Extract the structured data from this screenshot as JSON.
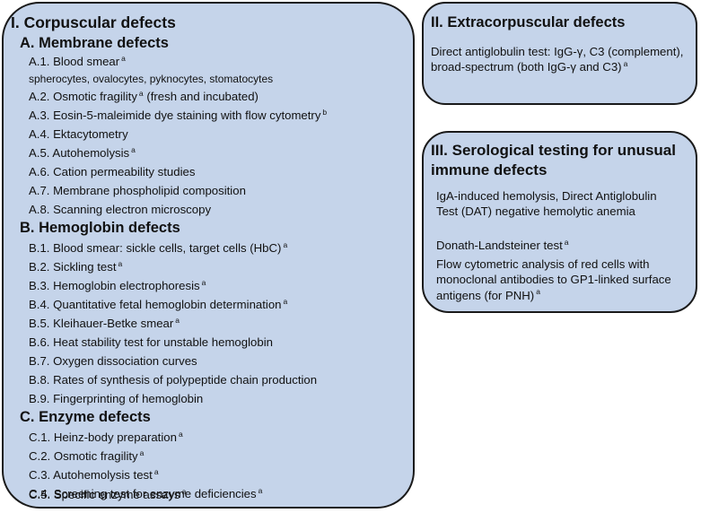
{
  "corpuscular": {
    "title": "I. Corpuscular defects",
    "membrane": {
      "title": "A. Membrane defects",
      "items": [
        {
          "text": "A.1. Blood smear",
          "sup": "a"
        },
        {
          "text": "spherocytes, ovalocytes, pyknocytes, stomatocytes",
          "sup": ""
        },
        {
          "text": "A.2. Osmotic fragility",
          "sup": "a",
          "tail": " (fresh and incubated)"
        },
        {
          "text": "A.3. Eosin-5-maleimide dye staining with flow cytometry",
          "sup": "b"
        },
        {
          "text": "A.4. Ektacytometry",
          "sup": ""
        },
        {
          "text": "A.5. Autohemolysis",
          "sup": "a"
        },
        {
          "text": "A.6. Cation permeability studies",
          "sup": ""
        },
        {
          "text": "A.7. Membrane phospholipid composition",
          "sup": ""
        },
        {
          "text": "A.8. Scanning electron microscopy",
          "sup": ""
        }
      ]
    },
    "hemoglobin": {
      "title": "B. Hemoglobin defects",
      "items": [
        {
          "text": "B.1. Blood smear: sickle cells, target cells (HbC)",
          "sup": "a"
        },
        {
          "text": "B.2. Sickling test",
          "sup": "a"
        },
        {
          "text": "B.3. Hemoglobin electrophoresis",
          "sup": "a"
        },
        {
          "text": "B.4. Quantitative fetal hemoglobin determination",
          "sup": "a"
        },
        {
          "text": "B.5. Kleihauer-Betke smear",
          "sup": "a"
        },
        {
          "text": "B.6. Heat stability test for unstable hemoglobin",
          "sup": ""
        },
        {
          "text": "B.7. Oxygen dissociation curves",
          "sup": ""
        },
        {
          "text": "B.8. Rates of synthesis of polypeptide chain production",
          "sup": ""
        },
        {
          "text": "B.9. Fingerprinting of hemoglobin",
          "sup": ""
        }
      ]
    },
    "enzyme": {
      "title": "C. Enzyme defects",
      "items": [
        {
          "text": "C.1. Heinz-body preparation",
          "sup": "a"
        },
        {
          "text": "C.2. Osmotic fragility",
          "sup": "a"
        },
        {
          "text": "C.3. Autohemolysis test",
          "sup": "a"
        },
        {
          "text": "C.4. Screening test for enzyme deficiencies",
          "sup": "a"
        },
        {
          "text": "C.5. Specific enzyme assays",
          "sup": "a"
        }
      ]
    }
  },
  "extracorpuscular": {
    "title": "II. Extracorpuscular defects",
    "text": "Direct antiglobulin test: IgG-γ, C3 (complement), broad-spectrum (both IgG-γ and C3)",
    "sup": "a"
  },
  "serological": {
    "title_line1": "III. Serological testing for unusual",
    "title_line2": "immune defects",
    "items": [
      {
        "text": "IgA-induced hemolysis, Direct Antiglobulin Test (DAT) negative hemolytic anemia",
        "sup": ""
      },
      {
        "text": "Donath-Landsteiner test",
        "sup": "a"
      },
      {
        "text": "Flow cytometric analysis of red cells with monoclonal antibodies to GP1-linked surface antigens (for PNH)",
        "sup": "a"
      }
    ]
  }
}
